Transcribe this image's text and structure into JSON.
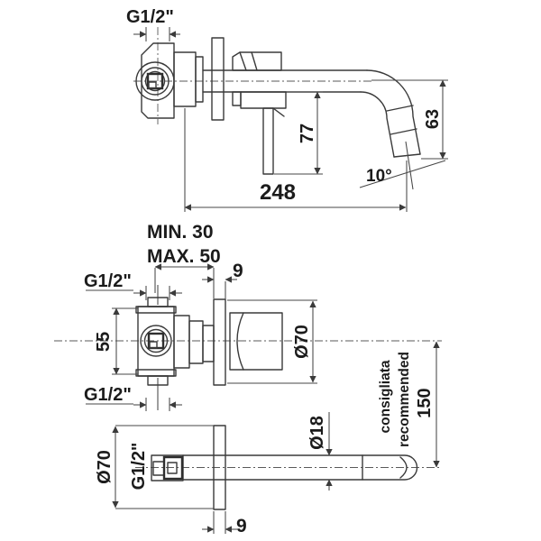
{
  "top_view": {
    "thread": "G1/2\"",
    "spout_length": "248",
    "handle_height": "77",
    "spout_drop": "63",
    "spout_angle": "10°"
  },
  "installation": {
    "min": "MIN. 30",
    "max": "MAX. 50"
  },
  "valve_view": {
    "thread_top": "G1/2\"",
    "thread_bottom": "G1/2\"",
    "body_height": "55",
    "plate_thickness": "9",
    "plate_diameter": "Ø70"
  },
  "spout_view": {
    "thread": "G1/2\"",
    "plate_diameter": "Ø70",
    "tube_diameter": "Ø18",
    "plate_thickness": "9",
    "distance": "150",
    "note_it": "consigliata",
    "note_en": "recommended"
  },
  "colors": {
    "line": "#3a3a3a",
    "text": "#1b1b1b",
    "background": "#ffffff"
  }
}
